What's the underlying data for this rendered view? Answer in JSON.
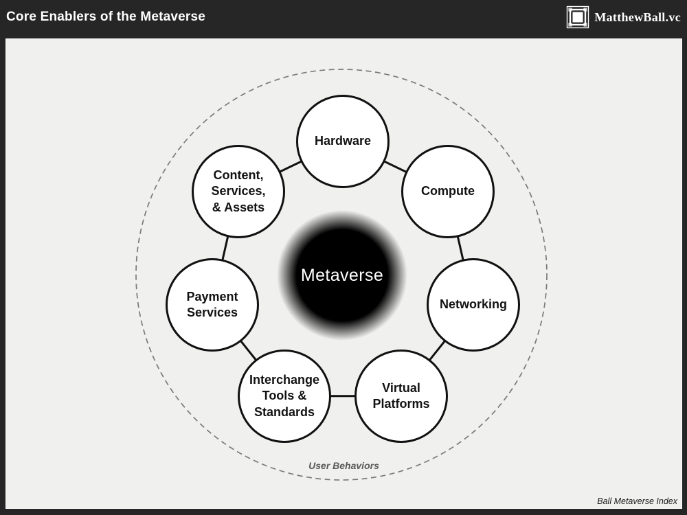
{
  "header": {
    "title": "Core Enablers of the Metaverse",
    "brand": "MatthewBall.vc"
  },
  "diagram": {
    "core_label": "Metaverse",
    "outer_ring_label": "User Behaviors",
    "nodes": [
      {
        "label": "Hardware"
      },
      {
        "label": "Compute"
      },
      {
        "label": "Networking"
      },
      {
        "label": "Virtual\nPlatforms"
      },
      {
        "label": "Interchange\nTools &\nStandards"
      },
      {
        "label": "Payment\nServices"
      },
      {
        "label": "Content,\nServices,\n& Assets"
      }
    ]
  },
  "footer": {
    "note": "Ball Metaverse Index"
  },
  "colors": {
    "frame-bg": "#262626",
    "panel-bg": "#f0f0ee",
    "node-fill": "#ffffff",
    "node-stroke": "#111111",
    "core-fill": "#000000",
    "core-text": "#ffffff",
    "dashed-ring": "#7a7a7a",
    "muted-text": "#595959",
    "title-text": "#ffffff"
  }
}
